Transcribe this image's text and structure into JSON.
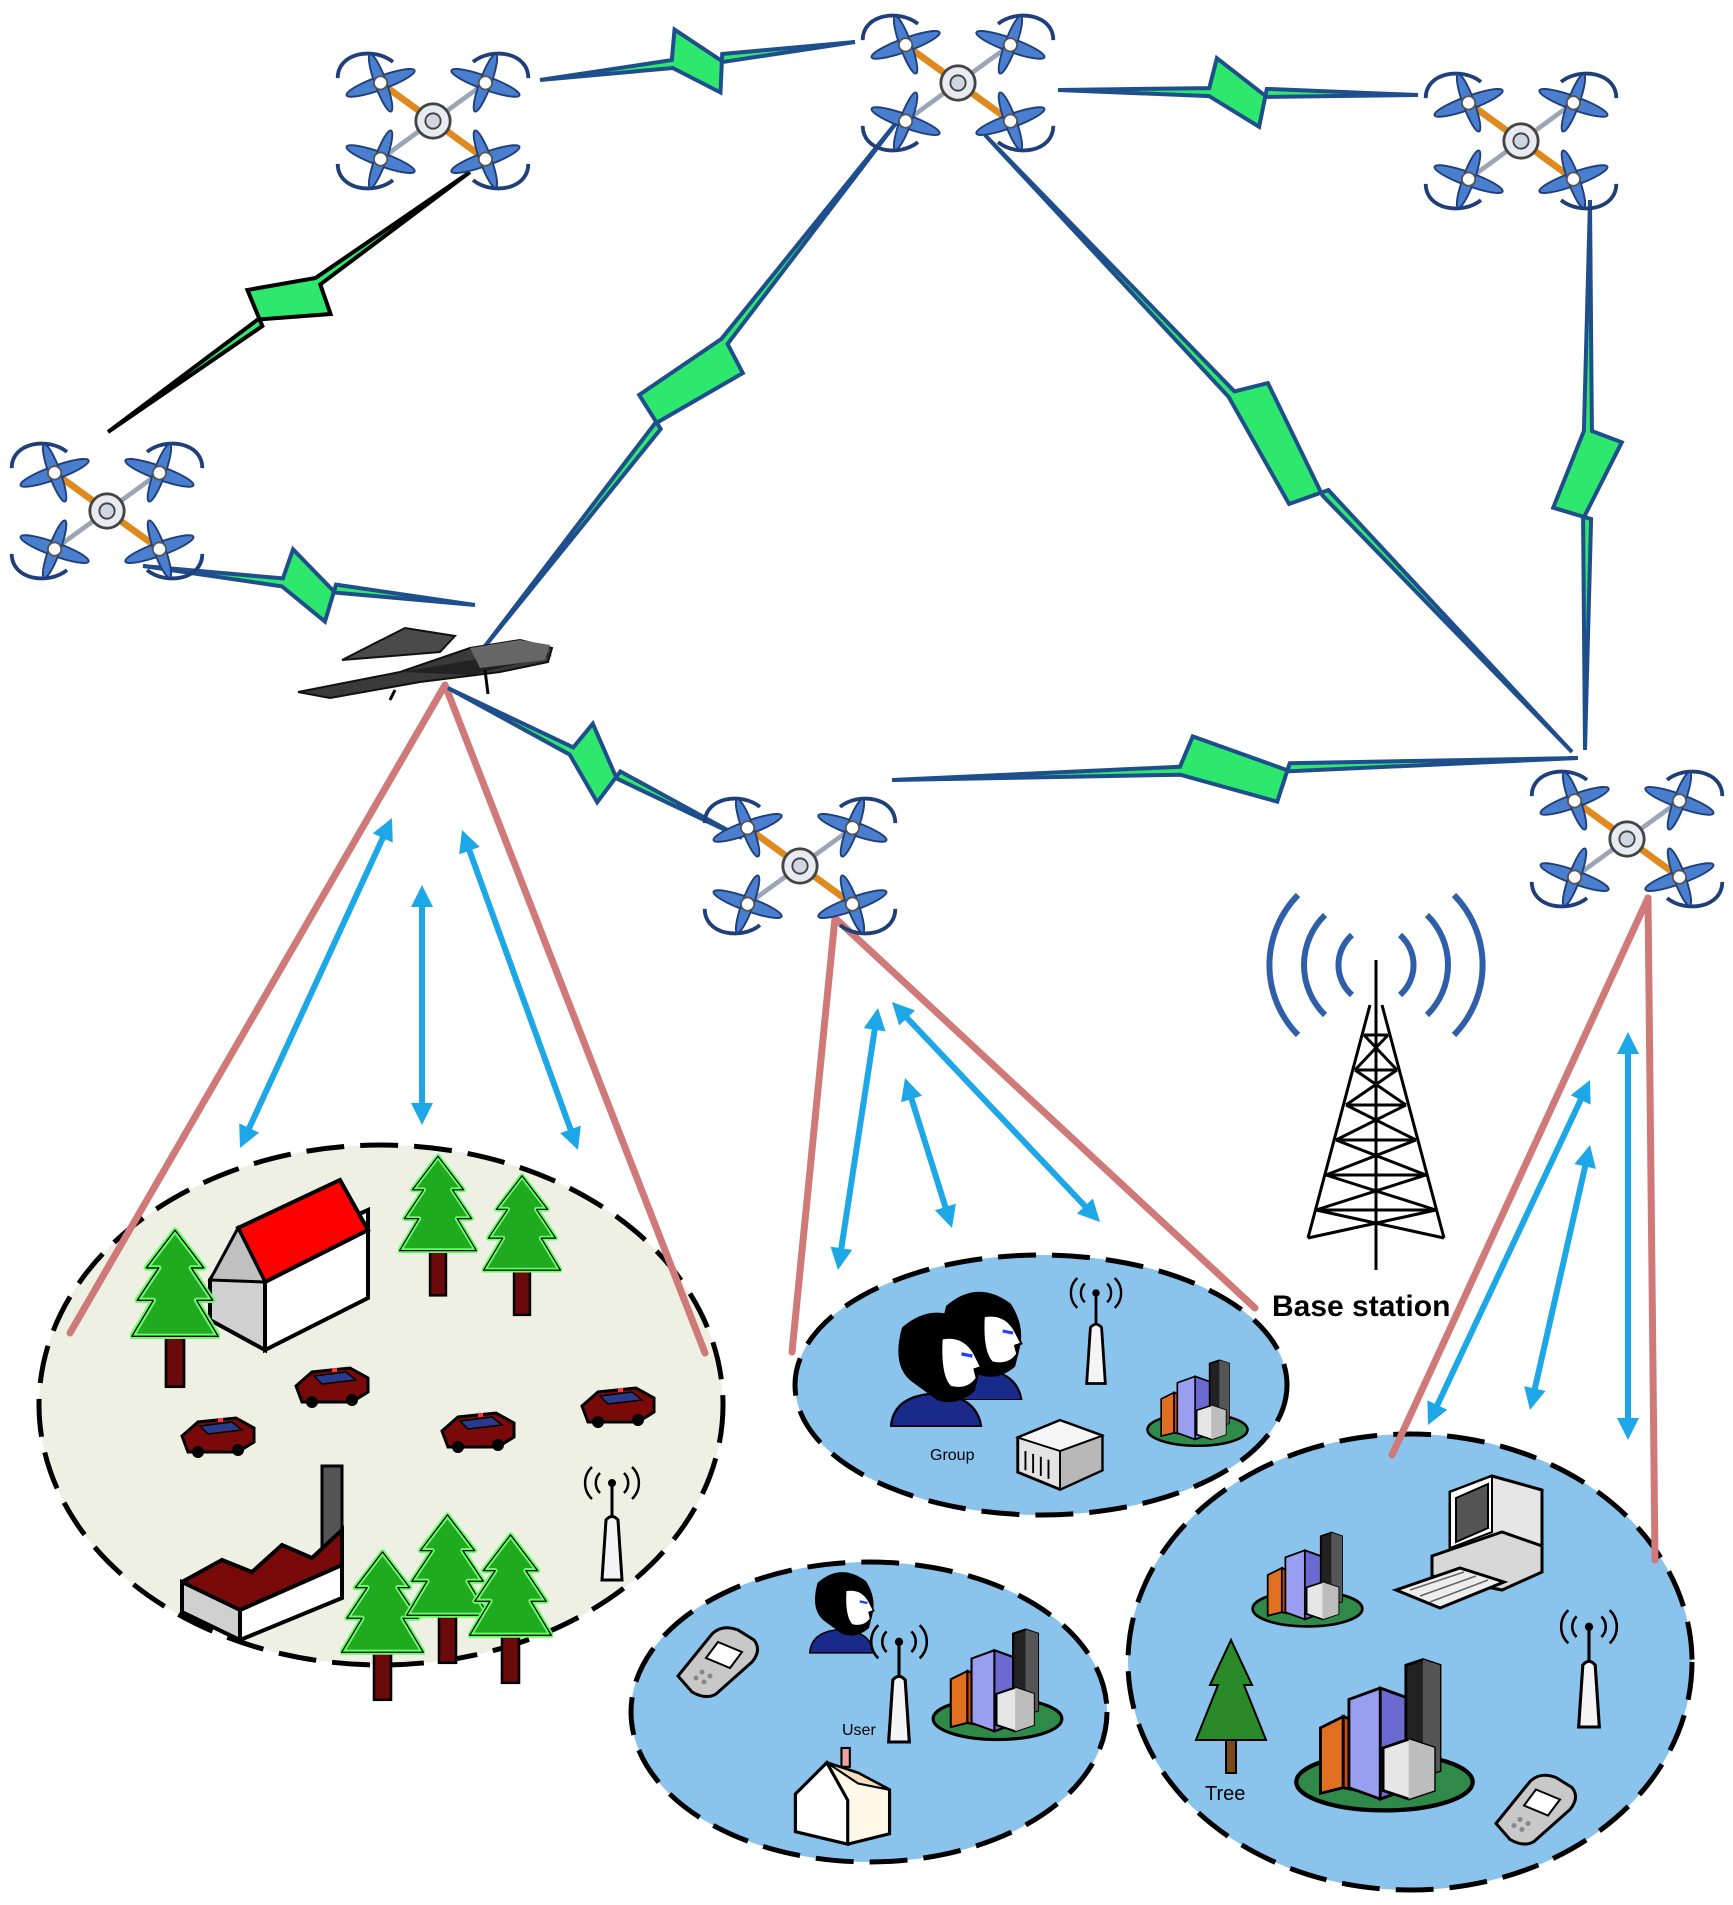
{
  "labels": {
    "base_station": "Base station",
    "group": "Group",
    "user": "User",
    "tree": "Tree"
  },
  "colors": {
    "link_dark": "#1f4e8c",
    "link_black": "#000000",
    "bolt_green": "#2ee86e",
    "coverage_line": "#cf7a78",
    "arrow_blue": "#1ea7e6",
    "area_rural": "#edf0e2",
    "area_urban": "#8ac4ec",
    "tower_wave": "#2f5fa8",
    "roof_red": "#ff0000",
    "factory_red": "#7a0a0a",
    "tree_green": "#22cc22"
  },
  "icons": [
    "quadcopter-icon",
    "fixed-wing-uav-icon",
    "base-station-tower-icon",
    "tree-icon",
    "house-icon",
    "car-icon",
    "factory-icon",
    "antenna-icon",
    "person-icon",
    "mobile-phone-icon",
    "city-buildings-icon",
    "computer-icon",
    "office-building-icon"
  ]
}
